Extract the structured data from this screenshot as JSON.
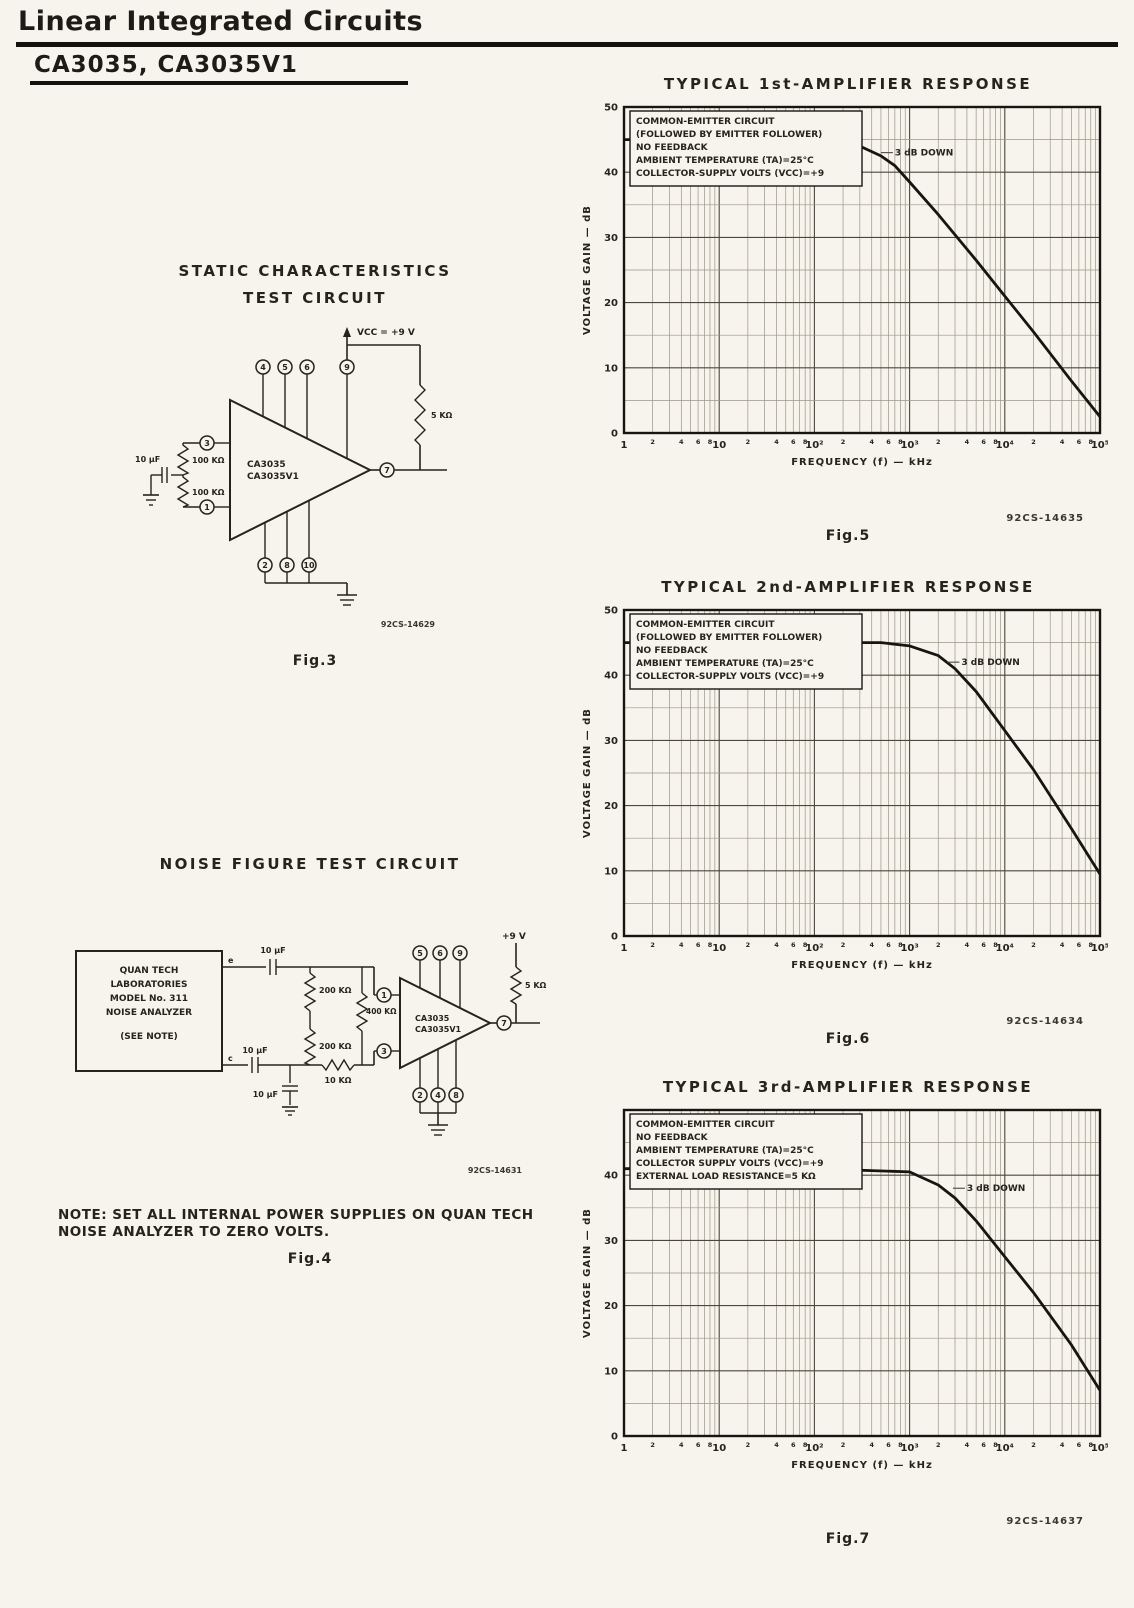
{
  "header": {
    "title": "Linear Integrated Circuits",
    "part_numbers": "CA3035, CA3035V1"
  },
  "fig3": {
    "title_line1": "STATIC CHARACTERISTICS",
    "title_line2": "TEST CIRCUIT",
    "caption": "Fig.3",
    "code": "92CS-14629",
    "vcc_label": "VCC = +9 V",
    "load_resistor": "5 KΩ",
    "resistor_top": "100 KΩ",
    "resistor_bottom": "100 KΩ",
    "capacitor": "10 µF",
    "ic_line1": "CA3035",
    "ic_line2": "CA3035V1",
    "pin_top_1": "4",
    "pin_top_2": "5",
    "pin_top_3": "6",
    "pin_top_4": "9",
    "pin_in_top": "3",
    "pin_in_bottom": "1",
    "pin_out": "7",
    "pin_bot_1": "2",
    "pin_bot_2": "8",
    "pin_bot_3": "10"
  },
  "fig4": {
    "title": "NOISE FIGURE TEST CIRCUIT",
    "caption": "Fig.4",
    "code": "92CS-14631",
    "analyzer_line1": "QUAN TECH",
    "analyzer_line2": "LABORATORIES",
    "analyzer_line3": "MODEL No. 311",
    "analyzer_line4": "NOISE ANALYZER",
    "analyzer_line5": "(SEE NOTE)",
    "terminal_top": "e",
    "terminal_bottom": "c",
    "cap_top": "10 µF",
    "cap_bottom": "10 µF",
    "cap_ground": "10 µF",
    "r1": "200 KΩ",
    "r2": "200 KΩ",
    "r3": "400 KΩ",
    "r4": "10 KΩ",
    "r_load": "5 KΩ",
    "supply": "+9 V",
    "ic_line1": "CA3035",
    "ic_line2": "CA3035V1",
    "pin_in_top": "1",
    "pin_in_bottom": "3",
    "pin_out": "7",
    "pin_top_1": "5",
    "pin_top_2": "6",
    "pin_top_3": "9",
    "pin_bot_1": "2",
    "pin_bot_2": "4",
    "pin_bot_3": "8",
    "note_line1": "NOTE:  SET ALL INTERNAL POWER SUPPLIES ON QUAN TECH",
    "note_line2": "NOISE ANALYZER TO ZERO VOLTS."
  },
  "chart_data": [
    {
      "type": "line",
      "mount": "chart-fig5",
      "title": "TYPICAL 1st-AMPLIFIER RESPONSE",
      "caption": "Fig.5",
      "code": "92CS-14635",
      "xlabel": "FREQUENCY (f) — kHz",
      "ylabel": "VOLTAGE GAIN — dB",
      "x_scale": "log",
      "x_log_decades": [
        0,
        5
      ],
      "ylim": [
        0,
        50
      ],
      "y_ticks": [
        0,
        10,
        20,
        30,
        40,
        50
      ],
      "x_tick_labels": [
        "1",
        "10",
        "10²",
        "10³",
        "10⁴",
        "10⁵"
      ],
      "minor_tick_labels": [
        "2",
        "4",
        "6",
        "8"
      ],
      "grid": "on",
      "annotation_lines": [
        "COMMON-EMITTER CIRCUIT",
        "(FOLLOWED BY EMITTER FOLLOWER)",
        "NO FEEDBACK",
        "AMBIENT TEMPERATURE (TA)=25°C",
        "COLLECTOR-SUPPLY VOLTS (VCC)=+9"
      ],
      "down3db_label": "3 dB DOWN",
      "down3db_at": [
        700,
        43
      ],
      "points": [
        [
          1,
          45
        ],
        [
          10,
          45
        ],
        [
          100,
          45
        ],
        [
          200,
          44.5
        ],
        [
          300,
          44
        ],
        [
          500,
          42.5
        ],
        [
          700,
          41
        ],
        [
          1000,
          38.5
        ],
        [
          2000,
          33.5
        ],
        [
          5000,
          26.5
        ],
        [
          10000,
          21
        ],
        [
          20000,
          15.5
        ],
        [
          50000,
          8
        ],
        [
          100000,
          2.5
        ]
      ]
    },
    {
      "type": "line",
      "mount": "chart-fig6",
      "title": "TYPICAL 2nd-AMPLIFIER RESPONSE",
      "caption": "Fig.6",
      "code": "92CS-14634",
      "xlabel": "FREQUENCY (f) — kHz",
      "ylabel": "VOLTAGE GAIN — dB",
      "x_scale": "log",
      "x_log_decades": [
        0,
        5
      ],
      "ylim": [
        0,
        50
      ],
      "y_ticks": [
        0,
        10,
        20,
        30,
        40,
        50
      ],
      "x_tick_labels": [
        "1",
        "10",
        "10²",
        "10³",
        "10⁴",
        "10⁵"
      ],
      "minor_tick_labels": [
        "2",
        "4",
        "6",
        "8"
      ],
      "grid": "on",
      "annotation_lines": [
        "COMMON-EMITTER CIRCUIT",
        "(FOLLOWED BY EMITTER FOLLOWER)",
        "NO FEEDBACK",
        "AMBIENT TEMPERATURE (TA)=25°C",
        "COLLECTOR-SUPPLY VOLTS (VCC)=+9"
      ],
      "down3db_label": "3 dB DOWN",
      "down3db_at": [
        3500,
        42
      ],
      "points": [
        [
          1,
          45
        ],
        [
          10,
          45
        ],
        [
          100,
          45
        ],
        [
          500,
          45
        ],
        [
          1000,
          44.5
        ],
        [
          2000,
          43
        ],
        [
          3000,
          41
        ],
        [
          5000,
          37.5
        ],
        [
          10000,
          31.5
        ],
        [
          20000,
          25.5
        ],
        [
          50000,
          16.5
        ],
        [
          100000,
          9.5
        ]
      ]
    },
    {
      "type": "line",
      "mount": "chart-fig7",
      "title": "TYPICAL 3rd-AMPLIFIER RESPONSE",
      "caption": "Fig.7",
      "code": "92CS-14637",
      "xlabel": "FREQUENCY (f) — kHz",
      "ylabel": "VOLTAGE GAIN — dB",
      "x_scale": "log",
      "x_log_decades": [
        0,
        5
      ],
      "ylim": [
        0,
        50
      ],
      "y_ticks": [
        0,
        10,
        20,
        30,
        40
      ],
      "x_tick_labels": [
        "1",
        "10",
        "10²",
        "10³",
        "10⁴",
        "10⁵"
      ],
      "minor_tick_labels": [
        "2",
        "4",
        "6",
        "8"
      ],
      "grid": "on",
      "annotation_lines": [
        "COMMON-EMITTER CIRCUIT",
        "NO FEEDBACK",
        "AMBIENT TEMPERATURE (TA)=25°C",
        "COLLECTOR SUPPLY VOLTS (VCC)=+9",
        "EXTERNAL LOAD RESISTANCE=5 KΩ"
      ],
      "down3db_label": "3 dB DOWN",
      "down3db_at": [
        4000,
        38
      ],
      "points": [
        [
          1,
          41
        ],
        [
          10,
          41
        ],
        [
          100,
          41
        ],
        [
          1000,
          40.5
        ],
        [
          2000,
          38.5
        ],
        [
          3000,
          36.5
        ],
        [
          5000,
          33
        ],
        [
          10000,
          27.5
        ],
        [
          20000,
          22
        ],
        [
          50000,
          14
        ],
        [
          100000,
          7
        ]
      ]
    }
  ]
}
